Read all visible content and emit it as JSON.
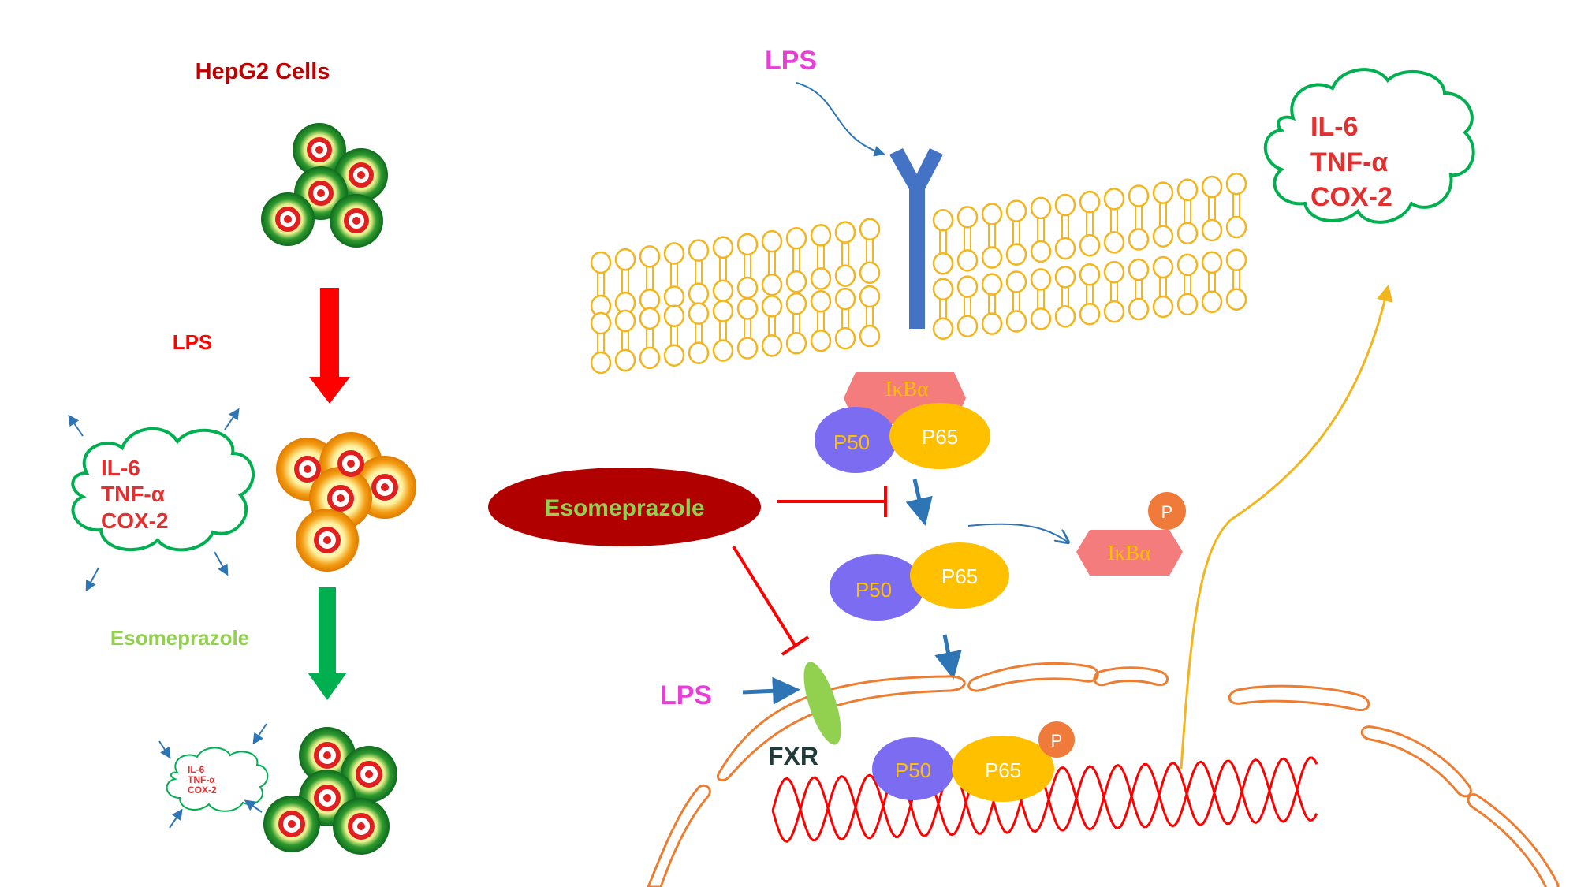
{
  "left_panel": {
    "title": "HepG2 Cells",
    "lps_label": "LPS",
    "esomeprazole_label": "Esomeprazole",
    "cytokines_large": [
      "IL-6",
      "TNF-α",
      "COX-2"
    ],
    "cytokines_small": [
      "IL-6",
      "TNF-α",
      "COX-2"
    ]
  },
  "pathway": {
    "lps_top": "LPS",
    "lps_fxr": "LPS",
    "fxr": "FXR",
    "drug": "Esomeprazole",
    "ikba_top": "IκBα",
    "ikba_released": "IκBα",
    "phospho": "P",
    "complex_1": {
      "p50": "P50",
      "p65": "P65"
    },
    "complex_2": {
      "p50": "P50",
      "p65": "P65"
    },
    "complex_3": {
      "p50": "P50",
      "p65": "P65",
      "phospho": "P"
    },
    "output_cytokines": [
      "IL-6",
      "TNF-α",
      "COX-2"
    ]
  },
  "colors": {
    "title_red": "#c00000",
    "lps_magenta": "#e83ed8",
    "lps_red": "#ff0000",
    "esomeprazole_green": "#92d050",
    "drug_ellipse": "#b00000",
    "membrane": "#f2b51d",
    "receptor": "#4472c4",
    "p50": "#7b6cf2",
    "p65": "#ffc000",
    "ikba": "#f47c7c",
    "phospho": "#f07a3a",
    "nucleus": "#ed7d31",
    "dna": "#ff0000",
    "fxr": "#92d050",
    "cloud_green": "#00b050",
    "inhibit_red": "#ff0000",
    "flow_blue": "#2e75b6",
    "output_arrow": "#f2b51d"
  }
}
